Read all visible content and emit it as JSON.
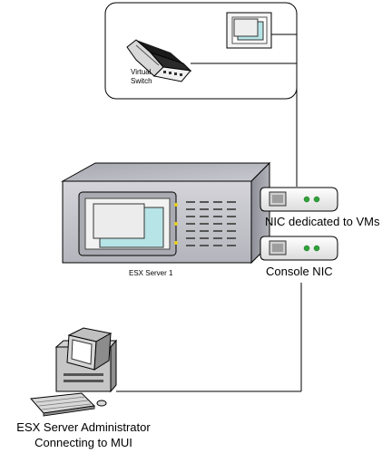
{
  "labels": {
    "virtual_switch_line1": "Virtual",
    "virtual_switch_line2": "Switch",
    "server": "ESX Server 1",
    "nic_vms": "NIC dedicated to VMs",
    "nic_console": "Console NIC",
    "admin_line1": "ESX Server Administrator",
    "admin_line2": "Connecting to MUI"
  },
  "icons": {
    "vm": "vm-window-icon",
    "switch": "virtual-switch-icon",
    "server": "server-chassis-icon",
    "nic": "network-card-icon",
    "workstation": "admin-workstation-icon"
  },
  "colors": {
    "chassis_top": "#b8b8c0",
    "chassis_front": "#c9c9cf",
    "chassis_side": "#9a9aa4",
    "screen_cyan": "#b7e4e6",
    "nic_led": "#2fa33a",
    "server_led": "#e8d01c",
    "line": "#000000"
  }
}
